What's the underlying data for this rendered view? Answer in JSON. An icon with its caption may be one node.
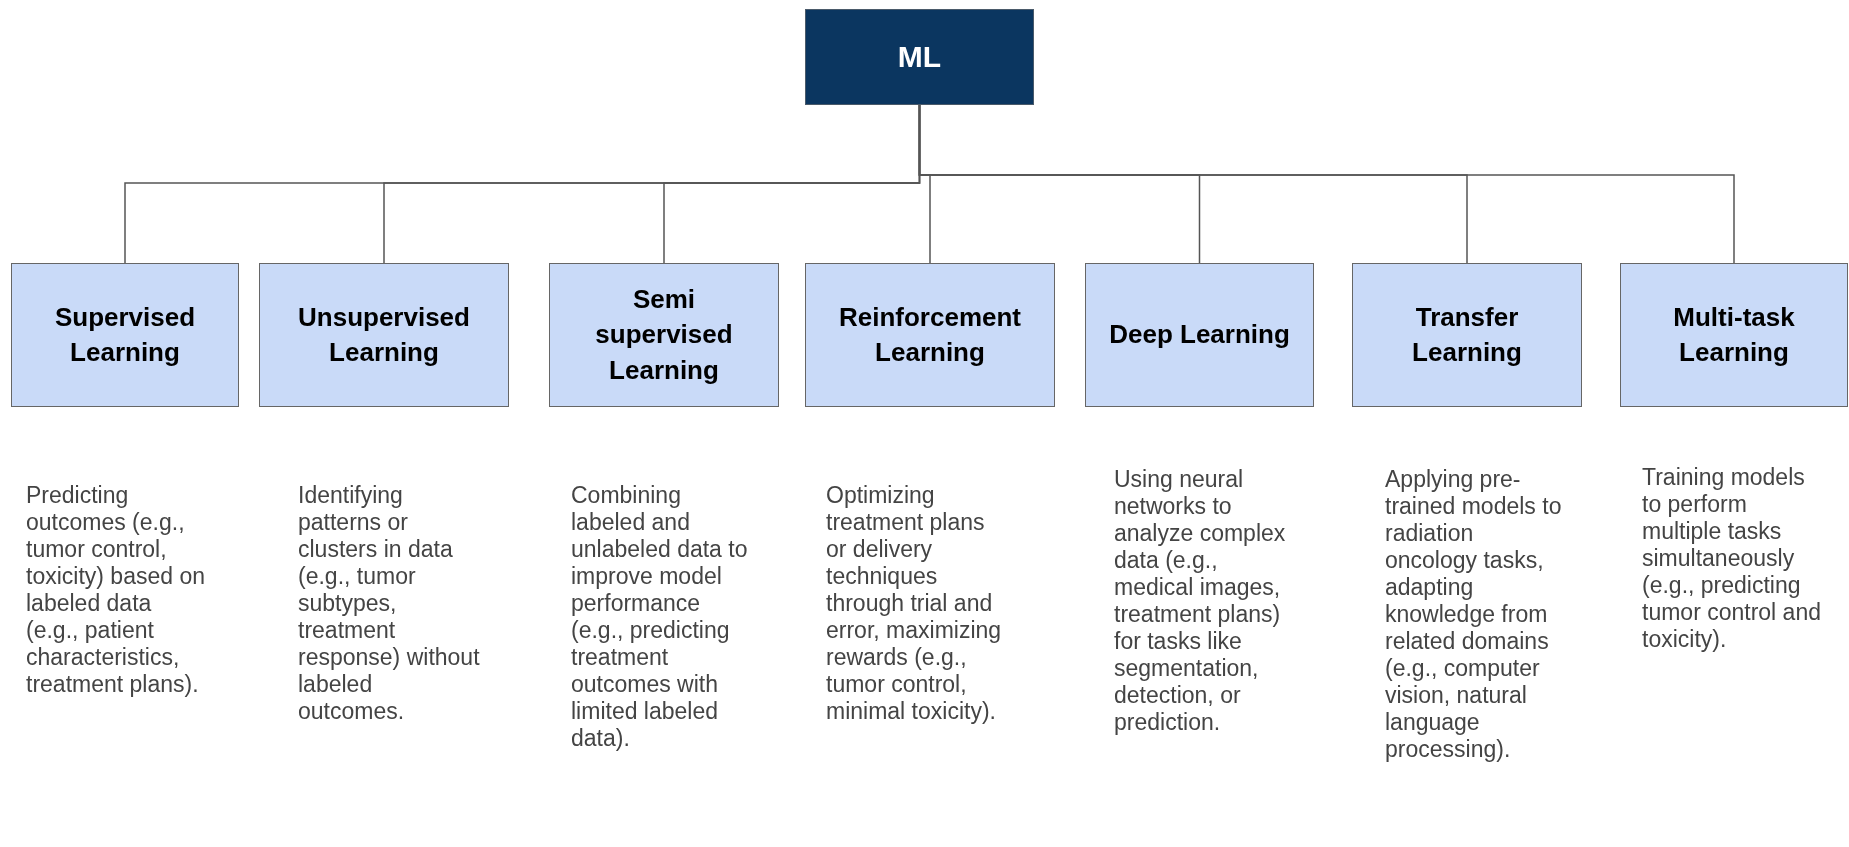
{
  "diagram": {
    "nodes": [
      {
        "text": [
          "ML"
        ]
      },
      {
        "text": [
          "Supervised Learning"
        ],
        "beside": [
          "Predicting outcomes (e.g., tumor control, toxicity) based on labeled data (e.g., patient characteristics, treatment plans)."
        ]
      },
      {
        "text": [
          "Unsupervised Learning"
        ],
        "beside": [
          "Identifying patterns or clusters in data (e.g., tumor subtypes, treatment response) without labeled outcomes."
        ]
      },
      {
        "text": [
          "Semi supervised Learning"
        ],
        "beside": [
          "Combining labeled and unlabeled data to improve model performance (e.g., predicting treatment outcomes with limited labeled data)."
        ]
      },
      {
        "text": [
          "Reinforcement Learning"
        ],
        "beside": [
          "Optimizing treatment plans or delivery techniques through trial and error, maximizing rewards (e.g., tumor control, minimal toxicity)."
        ]
      },
      {
        "text": [
          "Deep Learning"
        ],
        "beside": [
          "Using neural networks to analyze complex data (e.g., medical images, treatment plans) for tasks like segmentation, detection, or prediction."
        ]
      },
      {
        "text": [
          "Transfer Learning"
        ],
        "beside": [
          "Applying pre-trained models to radiation oncology tasks, adapting knowledge from related domains (e.g., computer vision, natural language processing)."
        ]
      },
      {
        "text": [
          "Multi-task Learning"
        ],
        "beside": [
          "Training models to perform multiple tasks simultaneously (e.g., predicting tumor control and toxicity)."
        ]
      }
    ],
    "edges": [
      {
        "from": 0,
        "to": 1,
        "arrow": "none"
      },
      {
        "from": 0,
        "to": 2,
        "arrow": "none"
      },
      {
        "from": 0,
        "to": 3,
        "arrow": "none"
      },
      {
        "from": 0,
        "to": 4,
        "arrow": "none"
      },
      {
        "from": 0,
        "to": 5,
        "arrow": "none"
      },
      {
        "from": 0,
        "to": 6,
        "arrow": "none"
      },
      {
        "from": 0,
        "to": 7,
        "arrow": "none"
      }
    ]
  }
}
